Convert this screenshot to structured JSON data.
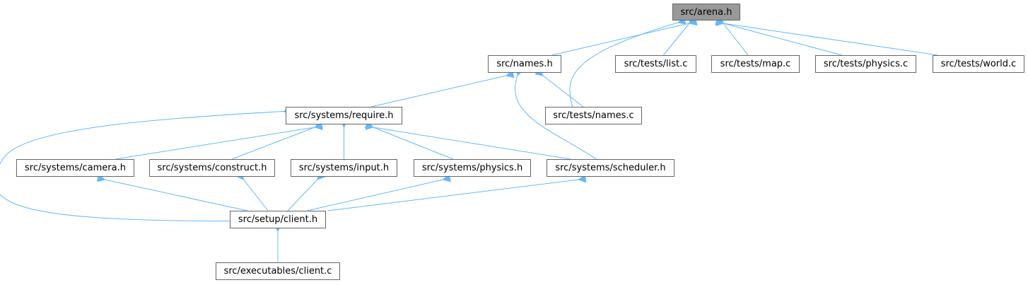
{
  "graph": {
    "colors": {
      "edge": "#63b8ff",
      "node_border": "#666666",
      "node_fill": "#ffffff",
      "root_fill": "#999999",
      "text": "#000000"
    },
    "nodes": {
      "arena_h": "src/arena.h",
      "names_h": "src/names.h",
      "tests_list_c": "src/tests/list.c",
      "tests_map_c": "src/tests/map.c",
      "tests_physics_c": "src/tests/physics.c",
      "tests_world_c": "src/tests/world.c",
      "systems_require_h": "src/systems/require.h",
      "tests_names_c": "src/tests/names.c",
      "systems_camera_h": "src/systems/camera.h",
      "systems_construct_h": "src/systems/construct.h",
      "systems_input_h": "src/systems/input.h",
      "systems_physics_h": "src/systems/physics.h",
      "systems_scheduler_h": "src/systems/scheduler.h",
      "setup_client_h": "src/setup/client.h",
      "executables_client_c": "src/executables/client.c"
    },
    "edges": [
      {
        "from": "names_h",
        "to": "arena_h"
      },
      {
        "from": "tests_names_c",
        "to": "arena_h"
      },
      {
        "from": "tests_list_c",
        "to": "arena_h"
      },
      {
        "from": "tests_map_c",
        "to": "arena_h"
      },
      {
        "from": "tests_physics_c",
        "to": "arena_h"
      },
      {
        "from": "tests_world_c",
        "to": "arena_h"
      },
      {
        "from": "systems_require_h",
        "to": "names_h"
      },
      {
        "from": "tests_names_c",
        "to": "names_h"
      },
      {
        "from": "systems_scheduler_h",
        "to": "names_h"
      },
      {
        "from": "systems_camera_h",
        "to": "systems_require_h"
      },
      {
        "from": "systems_construct_h",
        "to": "systems_require_h"
      },
      {
        "from": "systems_input_h",
        "to": "systems_require_h"
      },
      {
        "from": "systems_physics_h",
        "to": "systems_require_h"
      },
      {
        "from": "systems_scheduler_h",
        "to": "systems_require_h"
      },
      {
        "from": "setup_client_h",
        "to": "systems_require_h"
      },
      {
        "from": "setup_client_h",
        "to": "systems_camera_h"
      },
      {
        "from": "setup_client_h",
        "to": "systems_construct_h"
      },
      {
        "from": "setup_client_h",
        "to": "systems_input_h"
      },
      {
        "from": "setup_client_h",
        "to": "systems_physics_h"
      },
      {
        "from": "setup_client_h",
        "to": "systems_scheduler_h"
      },
      {
        "from": "executables_client_c",
        "to": "setup_client_h"
      }
    ]
  }
}
